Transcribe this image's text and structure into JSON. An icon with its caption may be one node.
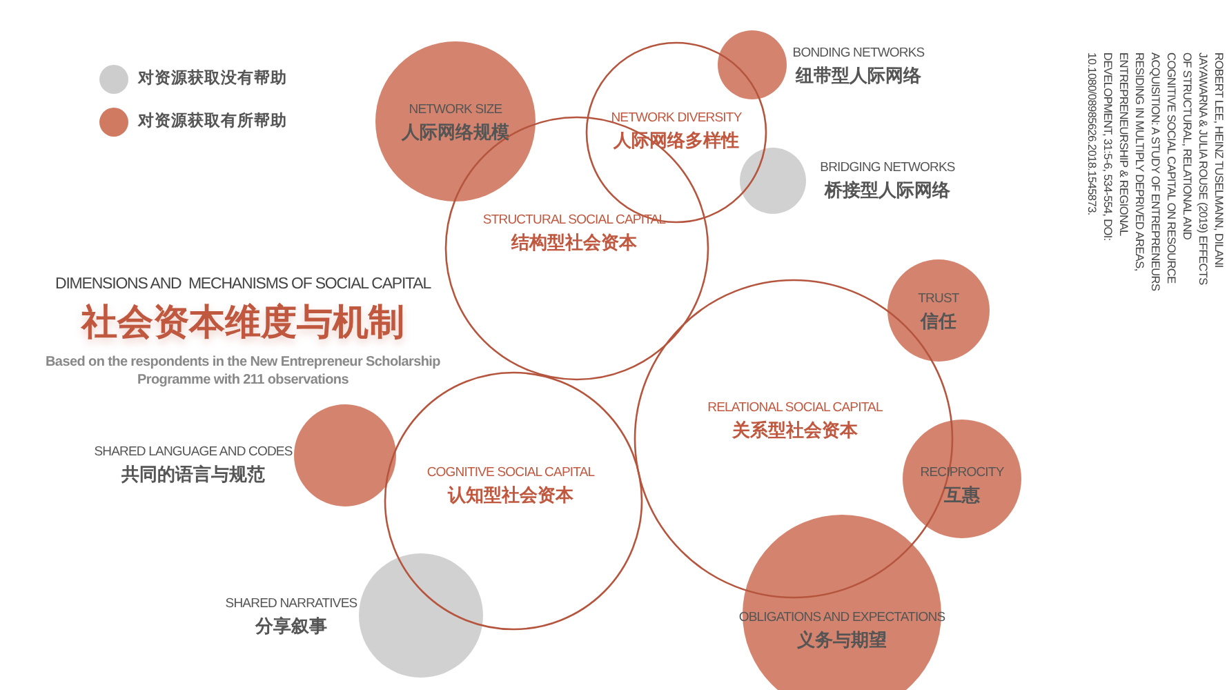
{
  "diagram": {
    "title": "DIMENSIONS AND  MECHANISMS OF SOCIAL CAPITAL",
    "nodes": [
      {
        "text": [
          "NETWORK SIZE",
          "人际网络规模"
        ]
      },
      {
        "text": [
          "NETWORK DIVERSITY",
          "人际网络多样性"
        ]
      },
      {
        "text": [
          "BONDING NETWORKS",
          "纽带型人际网络"
        ]
      },
      {
        "text": [
          "BRIDGING NETWORKS",
          "桥接型人际网络"
        ]
      },
      {
        "text": [
          "STRUCTURAL SOCIAL CAPITAL",
          "结构型社会资本"
        ]
      },
      {
        "text": [
          "TRUST",
          "信任"
        ]
      },
      {
        "text": [
          "RELATIONAL SOCIAL CAPITAL",
          "关系型社会资本"
        ]
      },
      {
        "text": [
          "SHARED LANGUAGE AND CODES",
          "共同的语言与规范"
        ]
      },
      {
        "text": [
          "COGNITIVE SOCIAL CAPITAL",
          "认知型社会资本"
        ]
      },
      {
        "text": [
          "RECIPROCITY",
          "互惠"
        ]
      },
      {
        "text": [
          "SHARED NARRATIVES",
          "分享叙事"
        ]
      },
      {
        "text": [
          "OBLIGATIONS AND EXPECTATIONS",
          "义务与期望"
        ]
      }
    ],
    "labels": [
      "ROBERT LEE, HEINZ TUSELMANN, DILANI JAYAWARNA & JULIA ROUSE (2019) EFFECTS OF STRUCTURAL, RELATIONAL AND COGNITIVE SOCIAL CAPITAL ON RESOURCE ACQUISITION: A STUDY OF ENTREPRENEURS RESIDING IN MULTIPLY DEPRIVED AREAS, ENTREPRENEURSHIP & REGIONAL DEVELOPMENT, 31:5-6, 534-554, DOI: 10.1080/08985626.2018.1545873.",
      "社会资本维度与机制",
      "Based on the respondents in the New Entrepreneur Scholarship Programme with 211 observations"
    ],
    "legend": [
      {
        "text": "对资源获取没有帮助",
        "color": "#cdcdcd"
      },
      {
        "text": "对资源获取有所帮助",
        "color": "#d07a62"
      }
    ]
  }
}
